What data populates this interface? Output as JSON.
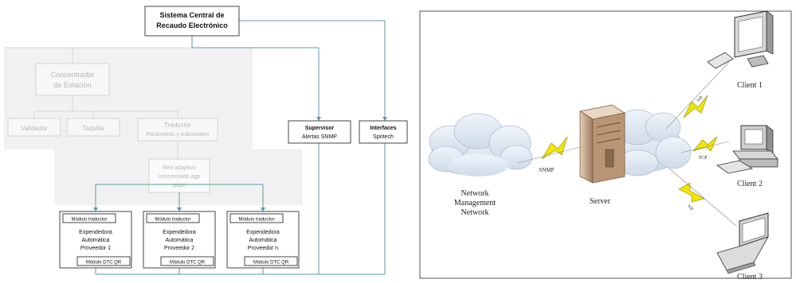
{
  "left_diagram": {
    "central": {
      "line1": "Sistema Central de",
      "line2": "Recaudo Electrónico"
    },
    "faded": {
      "concentrator": {
        "line1": "Concentrador",
        "line2": "de Estación"
      },
      "validator": "Validador",
      "taquilla": "Taquilla",
      "traductor": {
        "line1": "Traductor",
        "line2": "Parámetros y Adicionales"
      },
      "middle": {
        "line1": "Reo adaptivo",
        "line2": "concentrado agp",
        "line3": "pupo"
      }
    },
    "supervisor": {
      "line1": "Supervisor",
      "line2": "Alertas SNMP"
    },
    "interfaces": {
      "line1": "Interfaces",
      "line2": "Spritech"
    },
    "modules": [
      {
        "header": "Módulo traductor",
        "line1": "Expendedora",
        "line2": "Automática",
        "line3": "Proveedor 1",
        "footer": "Módulo DTC QR"
      },
      {
        "header": "Módulo traductor",
        "line1": "Expendedora",
        "line2": "Automática",
        "line3": "Proveedor 2",
        "footer": "Módulo DTC QR"
      },
      {
        "header": "Módulo traductor",
        "line1": "Expendedora",
        "line2": "Automática",
        "line3": "Proveedor n",
        "footer": "Módulo DTC QR"
      }
    ]
  },
  "right_diagram": {
    "network_label": {
      "line1": "Network",
      "line2": "Management",
      "line3": "Network"
    },
    "server_label": "Server",
    "link_labels": {
      "snmp": "SNMP",
      "client1": "tcp",
      "client2": "TCP",
      "client3": "tcp"
    },
    "clients": [
      "Client 1",
      "Client 2",
      "Client 3"
    ]
  },
  "colors": {
    "connector": "#5a9aa6",
    "lightning": "#f2e600",
    "cloud": "#dfe9f3",
    "server": "#c9a98b"
  }
}
